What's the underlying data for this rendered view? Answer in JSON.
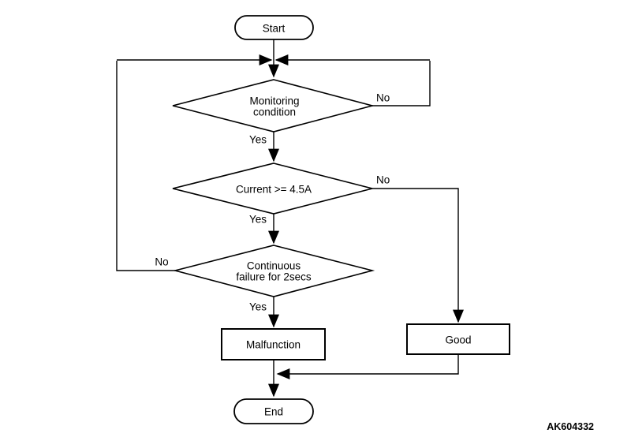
{
  "diagram": {
    "code": "AK604332",
    "colors": {
      "line": "#000000",
      "text": "#000000",
      "background": "#ffffff",
      "shape_fill": "#ffffff"
    },
    "nodes": {
      "start": {
        "label": "Start"
      },
      "monitoring": {
        "line1": "Monitoring",
        "line2": "condition"
      },
      "current": {
        "label": "Current >= 4.5A"
      },
      "continuous": {
        "line1": "Continuous",
        "line2": "failure for 2secs"
      },
      "malfunction": {
        "label": "Malfunction"
      },
      "good": {
        "label": "Good"
      },
      "end": {
        "label": "End"
      }
    },
    "edge_labels": {
      "monitoring_yes": "Yes",
      "monitoring_no": "No",
      "current_yes": "Yes",
      "current_no": "No",
      "continuous_yes": "Yes",
      "continuous_no": "No"
    }
  }
}
